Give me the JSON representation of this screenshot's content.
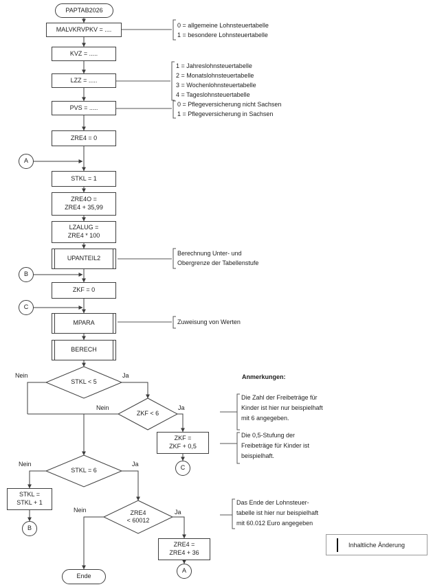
{
  "flow": {
    "start": "PAPTAB2026",
    "end": "Ende",
    "yes": "Ja",
    "no": "Nein",
    "boxes": {
      "malvkrvpkv": "MALVKRVPKV = ....",
      "kvz": "KVZ = .....",
      "lzz": "LZZ = .....",
      "pvs": "PVS = .....",
      "zre4_init": "ZRE4 = 0",
      "stkl_init": "STKL = 1",
      "zre4o": "ZRE4O =\nZRE4 + 35,99",
      "lzalug": "LZALUG =\nZRE4 * 100",
      "upanteil2": "UPANTEIL2",
      "zkf_init": "ZKF = 0",
      "mpara": "MPARA",
      "berech": "BERECH",
      "zkf_step": "ZKF =\nZKF + 0,5",
      "stkl_step": "STKL =\nSTKL + 1",
      "zre4_step": "ZRE4 =\nZRE4 + 36"
    },
    "decisions": {
      "stkl_lt_5": "STKL < 5",
      "zkf_lt_6": "ZKF < 6",
      "stkl_eq_6": "STKL = 6",
      "zre4_lt_60012": "ZRE4\n< 60012"
    },
    "connectors": {
      "a": "A",
      "b": "B",
      "c": "C"
    }
  },
  "annotations": {
    "malvkrvpkv": [
      "0 = allgemeine Lohnsteuertabelle",
      "1 = besondere Lohnsteuertabelle"
    ],
    "lzz": [
      "1 = Jahreslohnsteuertabelle",
      "2 = Monatslohnsteuertabelle",
      "3 = Wochenlohnsteuertabelle",
      "4 = Tageslohnsteuertabelle"
    ],
    "pvs": [
      "0 = Pflegeversicherung nicht Sachsen",
      "1 = Pflegeversicherung in Sachsen"
    ],
    "upanteil2": "Berechnung Unter- und\nObergrenze der Tabellenstufe",
    "mpara": "Zuweisung von Werten"
  },
  "notes": {
    "title": "Anmerkungen:",
    "note1": "Die Zahl der Freibeträge für\nKinder ist hier nur beispielhaft\nmit 6 angegeben.",
    "note2": "Die 0,5-Stufung der\nFreibeträge für Kinder ist\nbeispielhaft.",
    "note3": "Das Ende der Lohnsteuer-\ntabelle ist hier nur beispielhaft\nmit 60.012 Euro angegeben"
  },
  "legend": {
    "label": "Inhaltliche Änderung"
  }
}
